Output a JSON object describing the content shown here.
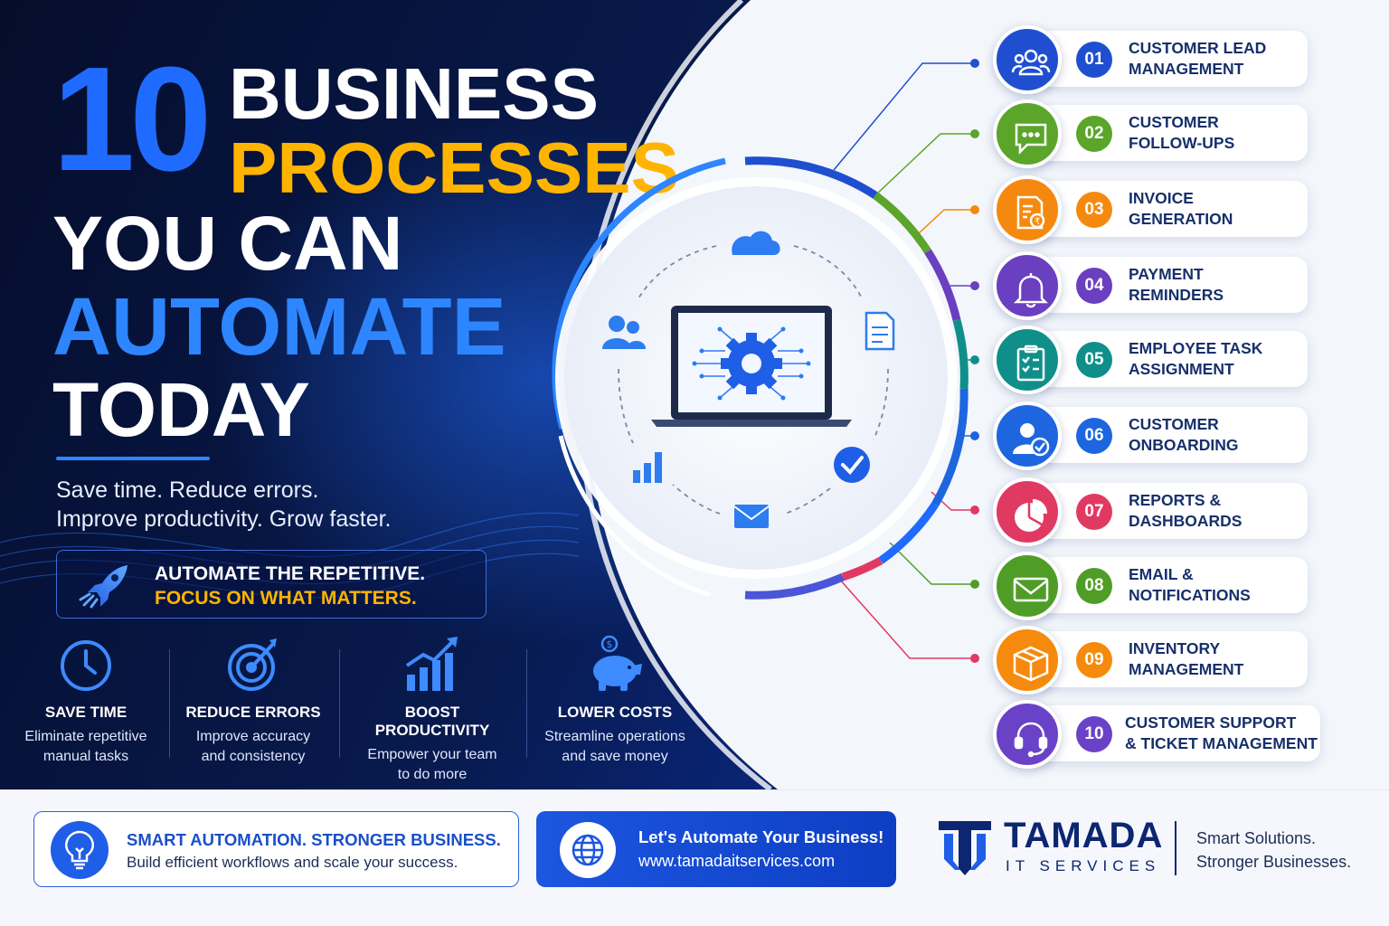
{
  "headline": {
    "number": "10",
    "line1": "BUSINESS",
    "line2": "PROCESSES",
    "line3": "YOU CAN",
    "line4": "AUTOMATE",
    "line5": "TODAY"
  },
  "tagline": {
    "line1": "Save time. Reduce errors.",
    "line2": "Improve productivity. Grow faster."
  },
  "banner": {
    "line1": "AUTOMATE THE REPETITIVE.",
    "line2": "FOCUS ON WHAT MATTERS."
  },
  "benefits": [
    {
      "icon": "clock-icon",
      "title": "SAVE TIME",
      "desc1": "Eliminate repetitive",
      "desc2": "manual tasks"
    },
    {
      "icon": "target-icon",
      "title": "REDUCE ERRORS",
      "desc1": "Improve accuracy",
      "desc2": "and consistency"
    },
    {
      "icon": "growth-chart-icon",
      "title": "BOOST PRODUCTIVITY",
      "desc1": "Empower your team",
      "desc2": "to do more"
    },
    {
      "icon": "piggy-bank-icon",
      "title": "LOWER COSTS",
      "desc1": "Streamline operations",
      "desc2": "and save money"
    }
  ],
  "processes": [
    {
      "num": "01",
      "line1": "CUSTOMER LEAD",
      "line2": "MANAGEMENT",
      "color": "#1f4fd0",
      "icon": "users-icon"
    },
    {
      "num": "02",
      "line1": "CUSTOMER",
      "line2": "FOLLOW-UPS",
      "color": "#5aa52a",
      "icon": "chat-icon"
    },
    {
      "num": "03",
      "line1": "INVOICE",
      "line2": "GENERATION",
      "color": "#f5890f",
      "icon": "invoice-icon"
    },
    {
      "num": "04",
      "line1": "PAYMENT",
      "line2": "REMINDERS",
      "color": "#6a3fc0",
      "icon": "bell-icon"
    },
    {
      "num": "05",
      "line1": "EMPLOYEE TASK",
      "line2": "ASSIGNMENT",
      "color": "#108f8a",
      "icon": "clipboard-icon"
    },
    {
      "num": "06",
      "line1": "CUSTOMER",
      "line2": "ONBOARDING",
      "color": "#1e66e0",
      "icon": "user-check-icon"
    },
    {
      "num": "07",
      "line1": "REPORTS &",
      "line2": "DASHBOARDS",
      "color": "#e03a63",
      "icon": "pie-chart-icon"
    },
    {
      "num": "08",
      "line1": "EMAIL &",
      "line2": "NOTIFICATIONS",
      "color": "#4f9d26",
      "icon": "envelope-icon"
    },
    {
      "num": "09",
      "line1": "INVENTORY",
      "line2": "MANAGEMENT",
      "color": "#f58a0c",
      "icon": "box-icon"
    },
    {
      "num": "10",
      "line1": "CUSTOMER SUPPORT",
      "line2": "& TICKET MANAGEMENT",
      "color": "#6a42c8",
      "icon": "headset-icon"
    }
  ],
  "footer": {
    "card1_title": "SMART AUTOMATION. STRONGER BUSINESS.",
    "card1_text": "Build efficient workflows and scale your success.",
    "card2_title": "Let's Automate Your Business!",
    "card2_url": "www.tamadaitservices.com",
    "brand_name": "TAMADA",
    "brand_sub": "IT SERVICES",
    "slogan1": "Smart Solutions.",
    "slogan2": "Stronger Businesses."
  },
  "colors": {
    "brand_blue": "#1f6bff",
    "accent_yellow": "#ffb400",
    "navy": "#0c2670"
  }
}
